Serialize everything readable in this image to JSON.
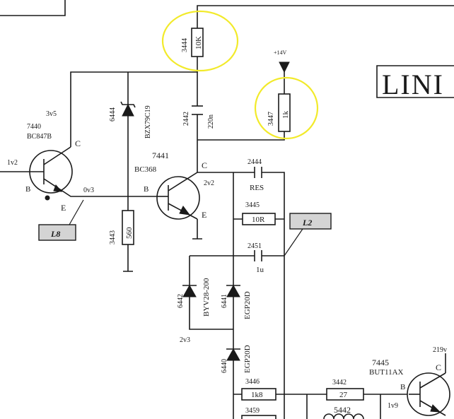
{
  "banner": {
    "text": "LINI"
  },
  "supply": {
    "label": "+14V"
  },
  "transistors": {
    "t7440": {
      "ref": "7440",
      "type": "BC847B",
      "pin_c": "C",
      "pin_b": "B",
      "pin_e": "E",
      "v_c": "3v5",
      "v_b": "1v2",
      "v_e": "0v3"
    },
    "t7441": {
      "ref": "7441",
      "type": "BC368",
      "pin_c": "C",
      "pin_b": "B",
      "pin_e": "E",
      "v_c": "2v2"
    },
    "t7445": {
      "ref": "7445",
      "type": "BUT11AX",
      "pin_c": "C",
      "pin_b": "B",
      "v_c": "219v",
      "v_b": "1v9"
    }
  },
  "resistors": {
    "r3444": {
      "ref": "3444",
      "value": "10K"
    },
    "r3447": {
      "ref": "3447",
      "value": "1k"
    },
    "r3443": {
      "ref": "3443",
      "value": "560"
    },
    "r3445": {
      "ref": "3445",
      "value": "10R"
    },
    "r3446": {
      "ref": "3446",
      "value": "1k8"
    },
    "r3442": {
      "ref": "3442",
      "value": "27"
    },
    "r3459": {
      "ref": "3459"
    }
  },
  "capacitors": {
    "c2442": {
      "ref": "2442",
      "value": "220n"
    },
    "c2444": {
      "ref": "2444",
      "value": "RES"
    },
    "c2451": {
      "ref": "2451",
      "value": "1u"
    }
  },
  "diodes": {
    "d6444": {
      "ref": "6444",
      "type": "BZX79C19"
    },
    "d6442": {
      "ref": "6442",
      "type": "BYV28-200"
    },
    "d6441": {
      "ref": "6441",
      "type": "EGP20D"
    },
    "d6440": {
      "ref": "6440",
      "type": "EGP20D"
    }
  },
  "coil": {
    "ref": "5442"
  },
  "node_voltage": {
    "label": "2v3"
  },
  "waveform_tags": {
    "left": "L8",
    "right": "L2"
  },
  "highlight_color": "#f2ea2a"
}
